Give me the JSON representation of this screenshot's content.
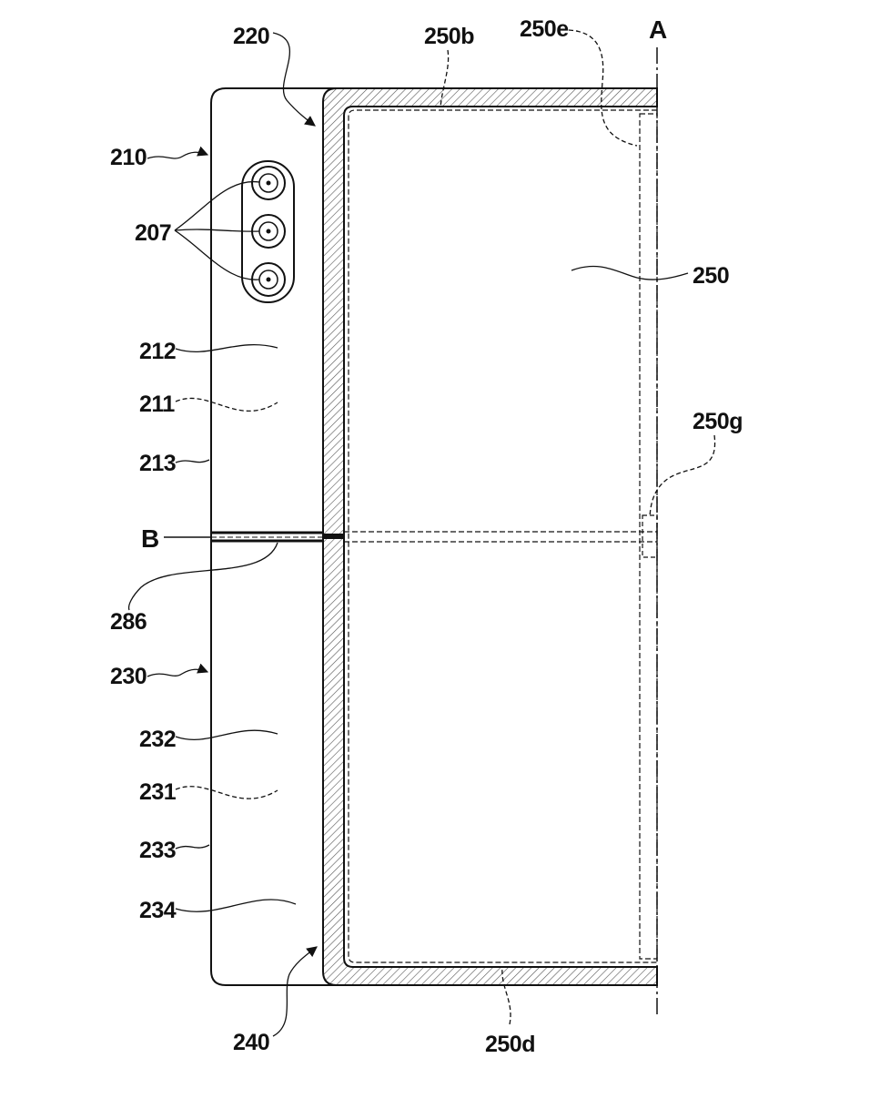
{
  "colors": {
    "line": "#111111",
    "background": "#ffffff",
    "hatch": "#555555"
  },
  "labels": {
    "l220": "220",
    "l250b": "250b",
    "l250e": "250e",
    "lA": "A",
    "l210": "210",
    "l207": "207",
    "l250": "250",
    "l212": "212",
    "l211": "211",
    "l250g": "250g",
    "l213": "213",
    "lB": "B",
    "l286": "286",
    "l230": "230",
    "l232": "232",
    "l231": "231",
    "l233": "233",
    "l234": "234",
    "l240": "240",
    "l250d": "250d"
  }
}
